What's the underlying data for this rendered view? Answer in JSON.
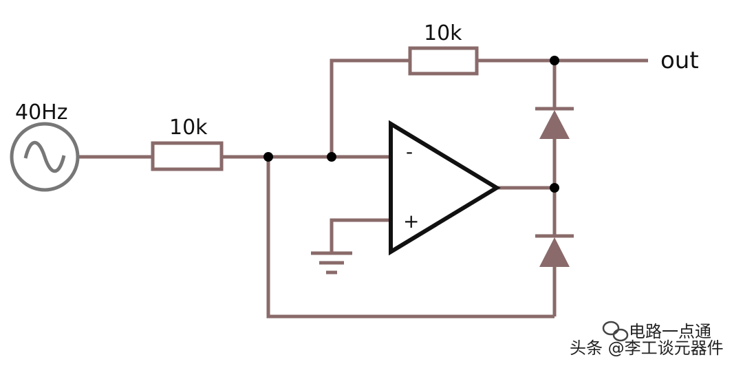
{
  "diagram": {
    "source_label": "40Hz",
    "input_resistor_label": "10k",
    "feedback_resistor_label": "10k",
    "output_label": "out",
    "opamp_minus_label": "-",
    "opamp_plus_label": "+",
    "wire_color": "#8a6a6a",
    "component_color": "#111111",
    "source_color": "#777777"
  },
  "watermark": {
    "line1": "电路一点通",
    "line2": "头条 @李工谈元器件"
  }
}
